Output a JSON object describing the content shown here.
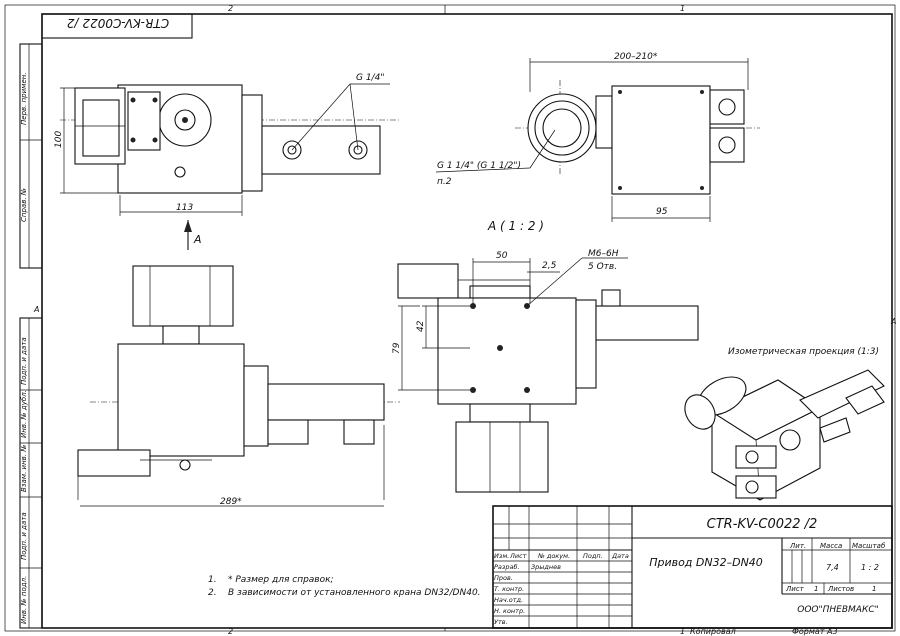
{
  "drawing": {
    "stamp_top": "CTR-KV-C0022 /2",
    "zone_top_left": "2",
    "zone_top_right": "1",
    "zone_bottom_left": "2",
    "zone_bottom_right": "1",
    "zone_side_left": "A",
    "zone_side_right": "A"
  },
  "side_strip": {
    "top_labels": [
      "Перв. примен.",
      "Справ. №"
    ],
    "bottom_labels": [
      "Подп. и дата",
      "Инв. № дубл.",
      "Взам. инв. №",
      "Подп. и дата",
      "Инв. № подл."
    ]
  },
  "views": {
    "top": {
      "dim_height": "100",
      "dim_width": "113",
      "thread_label": "G 1/4\"",
      "view_arrow_label": "A"
    },
    "end": {
      "dim_width": "200–210*",
      "dim_depth": "95",
      "thread_label": "G 1 1/4\" (G 1 1/2\")",
      "note_ref": "п.2"
    },
    "front": {
      "dim_length": "289*"
    },
    "section_a": {
      "title": "А ( 1 : 2 )",
      "dim_50": "50",
      "dim_25": "2,5",
      "dim_42": "42",
      "dim_79": "79",
      "thread_note": "M6–6H",
      "holes_note": "5 Отв."
    },
    "iso": {
      "caption": "Изометрическая проекция (1:3)"
    }
  },
  "notes": [
    {
      "num": "1.",
      "text": "* Размер для справок;"
    },
    {
      "num": "2.",
      "text": "В зависимости от установленного крана DN32/DN40."
    }
  ],
  "title_block": {
    "designation": "CTR-KV-C0022 /2",
    "name": "Привод DN32–DN40",
    "col_headers": [
      "Изм.",
      "Лист",
      "№ докум.",
      "Подп.",
      "Дата"
    ],
    "roles": [
      "Разраб.",
      "Пров.",
      "Т. контр.",
      "Нач.отд.",
      "Н. контр.",
      "Утв."
    ],
    "developer": "Зрыднев",
    "lit_label": "Лит.",
    "mass_label": "Масса",
    "scale_label": "Масштаб",
    "mass_value": "7,4",
    "scale_value": "1 : 2",
    "sheet_label": "Лист",
    "sheet_value": "1",
    "sheets_label": "Листов",
    "sheets_value": "1",
    "company": "ООО\"ПНЕВМАКС\"",
    "copied": "Копировал",
    "format": "Формат А3"
  }
}
